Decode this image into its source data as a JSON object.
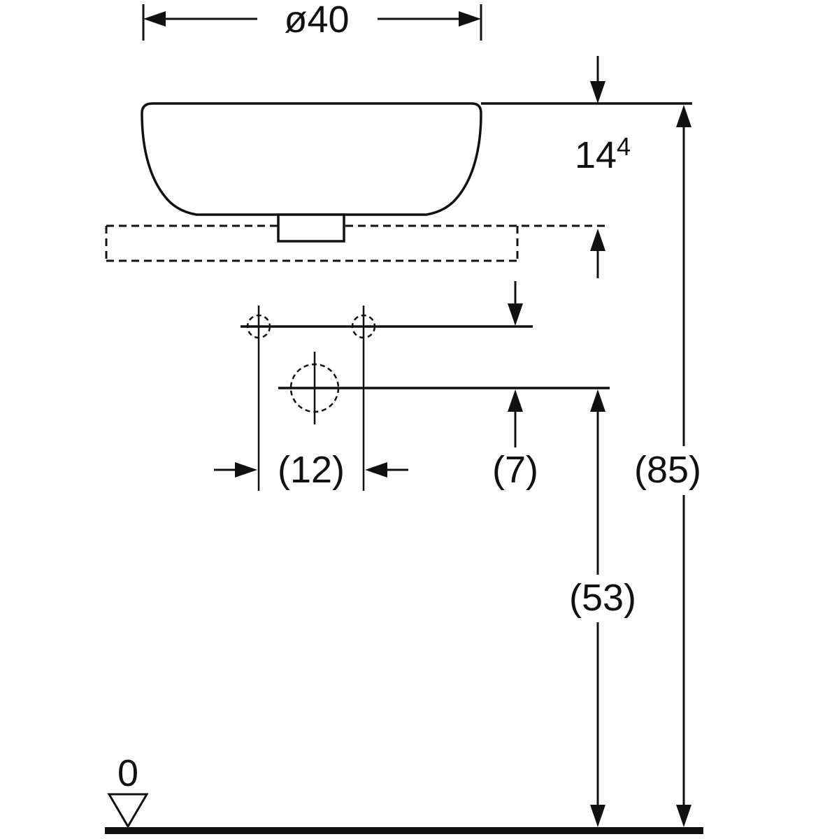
{
  "drawing": {
    "title": "Washbasin technical dimension drawing",
    "labels": {
      "diameter": "ø40",
      "height_main": "14",
      "height_sup": "4",
      "hole_spacing": "(12)",
      "tap_to_drain": "(7)",
      "rim_height": "(85)",
      "drain_height": "(53)",
      "datum_zero": "0"
    },
    "colors": {
      "ink": "#111111",
      "paper": "#ffffff"
    }
  }
}
